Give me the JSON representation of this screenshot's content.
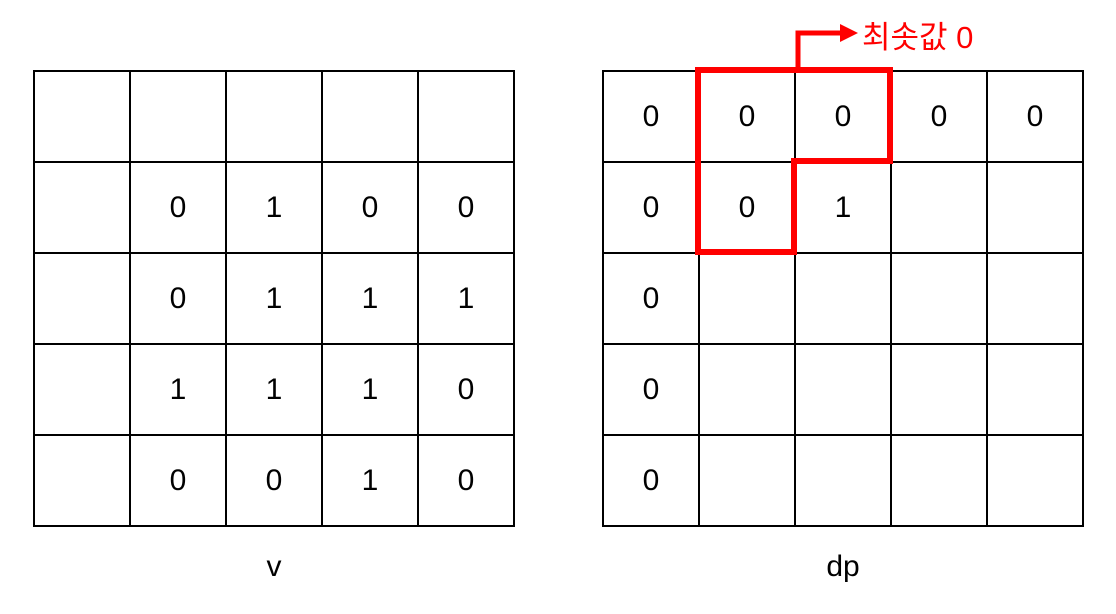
{
  "colors": {
    "gray": "#bfbfbf",
    "orange": "#f8cbad",
    "yellow": "#ffff00",
    "red": "#ff0000",
    "border": "#000000"
  },
  "annotation": {
    "label": "최솟값 0"
  },
  "grids": {
    "v": {
      "label": "v",
      "cells": [
        [
          "",
          "",
          "",
          "",
          ""
        ],
        [
          "",
          "0",
          "1",
          "0",
          "0"
        ],
        [
          "",
          "0",
          "1",
          "1",
          "1"
        ],
        [
          "",
          "1",
          "1",
          "1",
          "0"
        ],
        [
          "",
          "0",
          "0",
          "1",
          "0"
        ]
      ]
    },
    "dp": {
      "label": "dp",
      "cells": [
        [
          "0",
          "0",
          "0",
          "0",
          "0"
        ],
        [
          "0",
          "0",
          "1",
          "",
          ""
        ],
        [
          "0",
          "",
          "",
          "",
          ""
        ],
        [
          "0",
          "",
          "",
          "",
          ""
        ],
        [
          "0",
          "",
          "",
          "",
          ""
        ]
      ]
    }
  }
}
